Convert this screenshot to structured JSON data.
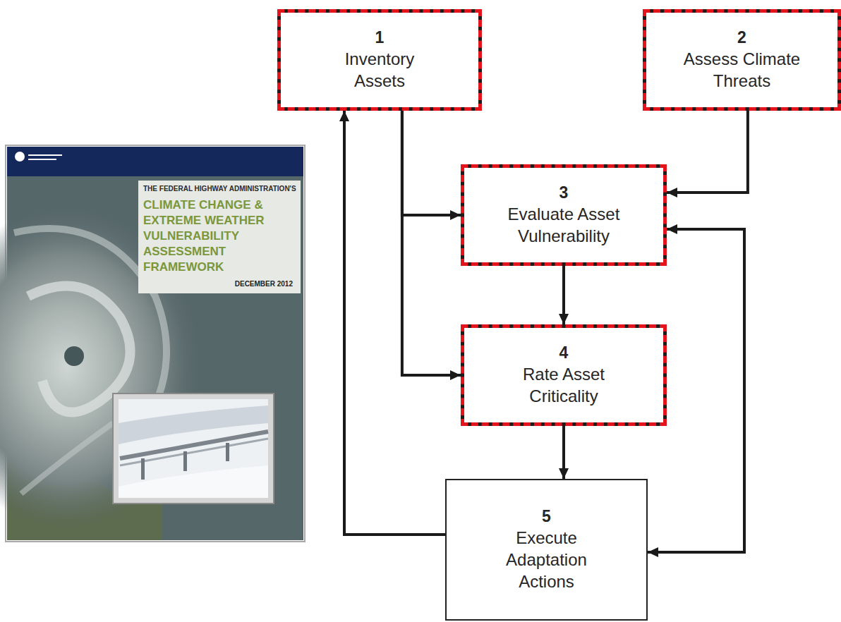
{
  "diagram": {
    "nodes": [
      {
        "text": [
          "1",
          "Inventory Assets"
        ]
      },
      {
        "text": [
          "2",
          "Assess Climate Threats"
        ]
      },
      {
        "text": [
          "3",
          "Evaluate Asset Vulnerability"
        ]
      },
      {
        "text": [
          "4",
          "Rate Asset Criticality"
        ]
      },
      {
        "text": [
          "5",
          "Execute Adaptation Actions"
        ]
      }
    ],
    "edges": [
      {
        "from": 0,
        "to": 2,
        "arrow": "to"
      },
      {
        "from": 0,
        "to": 3,
        "arrow": "to"
      },
      {
        "from": 1,
        "to": 2,
        "arrow": "to"
      },
      {
        "from": 2,
        "to": 3,
        "arrow": "to"
      },
      {
        "from": 3,
        "to": 4,
        "arrow": "to"
      },
      {
        "from": 4,
        "to": 0,
        "arrow": "to"
      },
      {
        "from": 2,
        "to": 4,
        "arrow": "both"
      }
    ],
    "labels": [
      "THE FEDERAL HIGHWAY ADMINISTRATION'S",
      "CLIMATE CHANGE & EXTREME WEATHER VULNERABILITY ASSESSMENT FRAMEWORK",
      "DECEMBER 2012"
    ]
  }
}
